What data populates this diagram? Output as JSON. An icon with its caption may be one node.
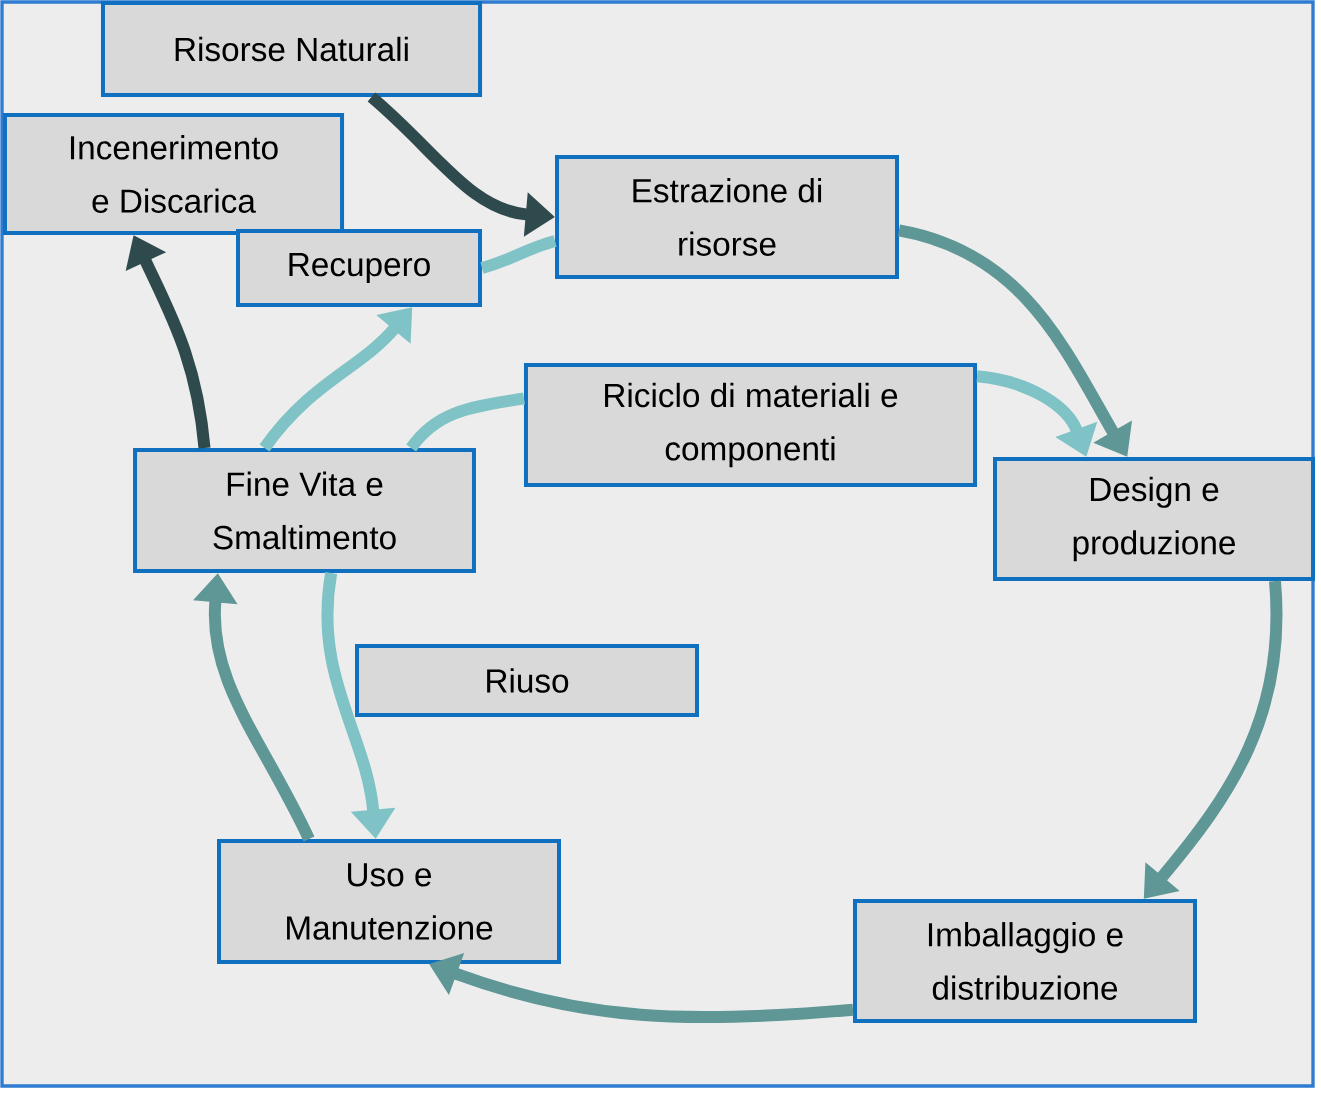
{
  "diagram": {
    "nodes": [
      {
        "text": [
          "Risorse Naturali"
        ]
      },
      {
        "text": [
          "Incenerimento e Discarica"
        ]
      },
      {
        "text": [
          "Recupero"
        ]
      },
      {
        "text": [
          "Estrazione di risorse"
        ]
      },
      {
        "text": [
          "Riciclo di materiali e componenti"
        ]
      },
      {
        "text": [
          "Design e produzione"
        ]
      },
      {
        "text": [
          "Fine Vita e Smaltimento"
        ]
      },
      {
        "text": [
          "Riuso"
        ]
      },
      {
        "text": [
          "Uso e Manutenzione"
        ]
      },
      {
        "text": [
          "Imballaggio e distribuzione"
        ]
      }
    ],
    "edges": [
      {
        "from": 0,
        "to": 3,
        "arrow": "to",
        "color": "#2f4a4c"
      },
      {
        "from": 3,
        "to": 5,
        "arrow": "to",
        "color": "#5f9696"
      },
      {
        "from": 5,
        "to": 9,
        "arrow": "to",
        "color": "#5f9696"
      },
      {
        "from": 9,
        "to": 8,
        "arrow": "to",
        "color": "#5f9696"
      },
      {
        "from": 8,
        "to": 6,
        "arrow": "to",
        "color": "#5f9696"
      },
      {
        "from": 6,
        "to": 1,
        "arrow": "to",
        "color": "#2f4a4c"
      },
      {
        "from": 6,
        "to": 2,
        "arrow": "to"
      },
      {
        "from": 2,
        "to": 3,
        "arrow": "none"
      },
      {
        "from": 6,
        "to": 4,
        "arrow": "none"
      },
      {
        "from": 4,
        "to": 5,
        "arrow": "to"
      },
      {
        "from": 6,
        "to": 8,
        "arrow": "to"
      }
    ]
  }
}
